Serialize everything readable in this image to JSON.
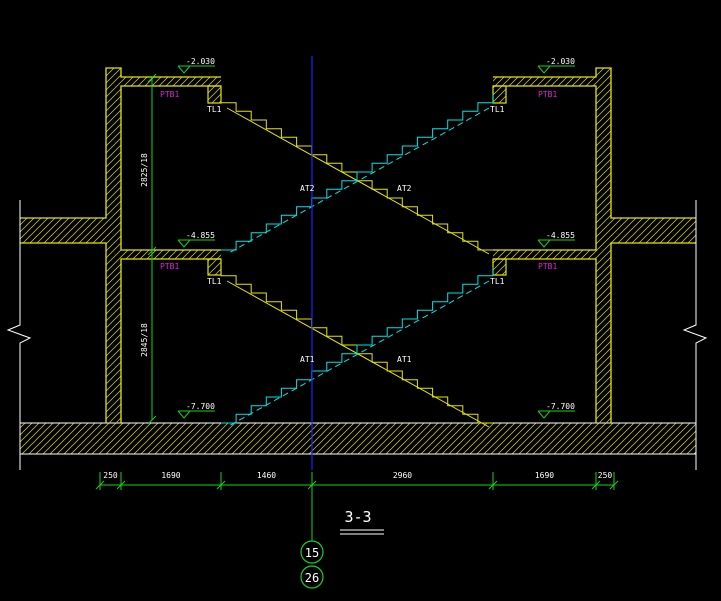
{
  "colors": {
    "background": "#000000",
    "wall": "#e6e600",
    "hatch": "#b8b83a",
    "stair_cyan": "#00e5e5",
    "stair_yellow": "#e6e600",
    "dimension": "#19d219",
    "axis": "#2222ff",
    "annotation": "#ffffff",
    "slab_label": "#e020e0"
  },
  "elevations": {
    "top_left": "-2.030",
    "top_right": "-2.030",
    "mid_left": "-4.855",
    "mid_right": "-4.855",
    "bottom_left": "-7.700",
    "bottom_right": "-7.700"
  },
  "slab_labels": {
    "upper_left": "PTB1",
    "upper_right": "PTB1",
    "lower_left": "PTB1",
    "lower_right": "PTB1"
  },
  "beam_labels": {
    "upper_left": "TL1",
    "upper_right": "TL1",
    "lower_left": "TL1",
    "lower_right": "TL1"
  },
  "flight_labels": {
    "upper_left": "AT2",
    "upper_right": "AT2",
    "lower_left": "AT1",
    "lower_right": "AT1"
  },
  "vertical_dims": {
    "upper": "2825/18",
    "lower": "2845/18"
  },
  "horizontal_dims": [
    "250",
    "1690",
    "1460",
    "2960",
    "1690",
    "250"
  ],
  "section": {
    "title": "3-3",
    "bubble_top": "15",
    "bubble_bottom": "26"
  }
}
